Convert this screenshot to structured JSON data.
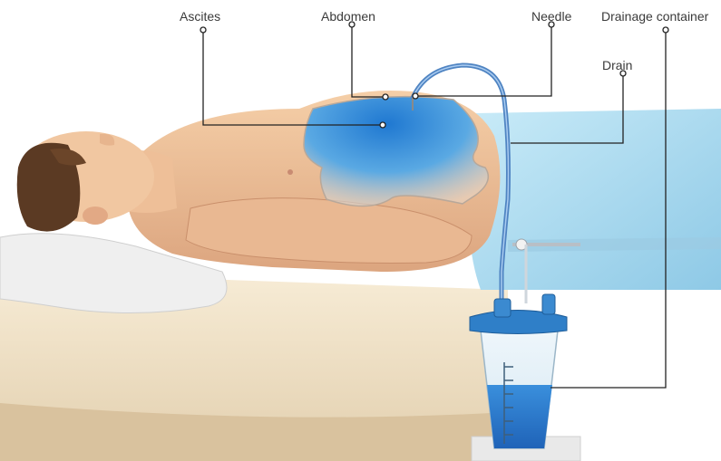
{
  "labels": {
    "ascites": "Ascites",
    "abdomen": "Abdomen",
    "needle": "Needle",
    "drainage_container": "Drainage container",
    "drain": "Drain"
  },
  "colors": {
    "fluid_blue": "#2f86d6",
    "skin": "#f0c39b",
    "sheet": "#a9d8ef",
    "bed": "#f3e5c8",
    "tube": "#5b8fc8",
    "leader_line": "#222222"
  }
}
